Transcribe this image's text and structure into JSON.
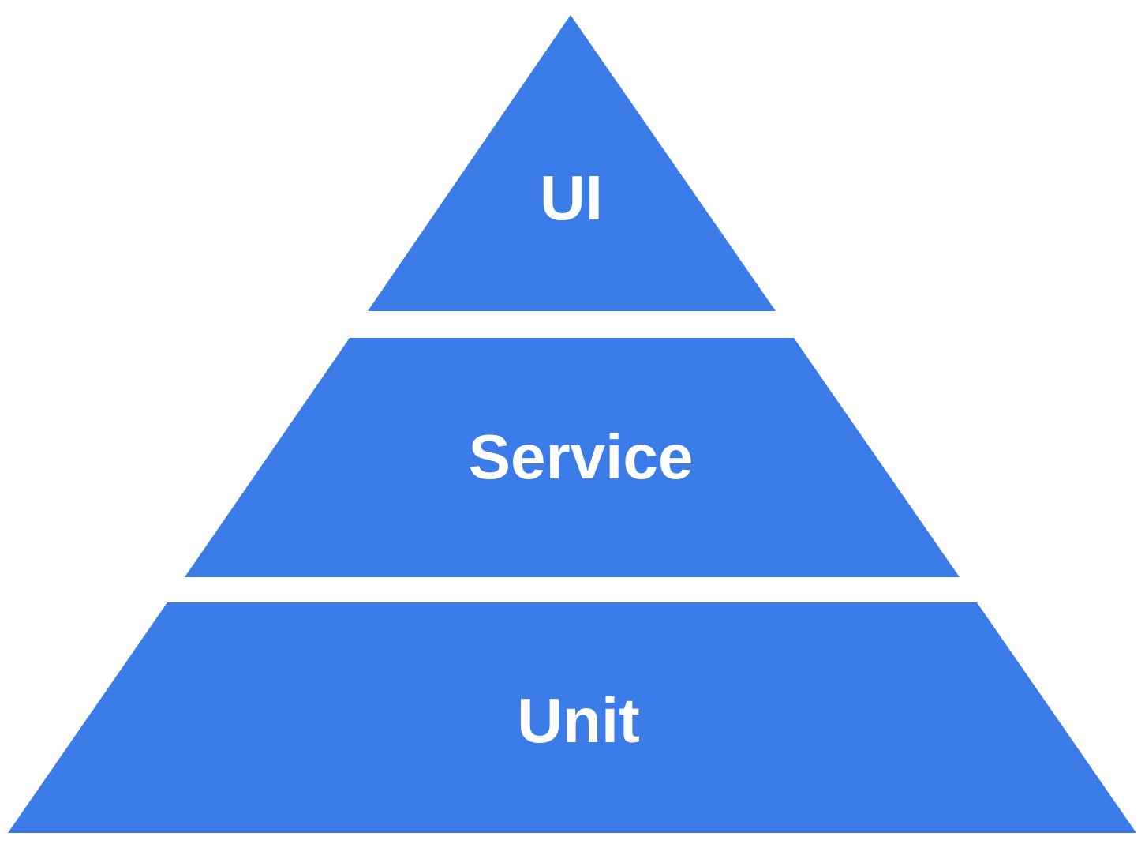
{
  "page": {
    "background_color": "#ffffff",
    "description": "Testing pyramid diagram with three stacked layers"
  },
  "colors": {
    "layer_fill": "#3b7ce8",
    "label_text": "#ffffff"
  },
  "pyramid": {
    "kind": "testing-pyramid",
    "layers": [
      {
        "label": "UI",
        "position": "top"
      },
      {
        "label": "Service",
        "position": "middle"
      },
      {
        "label": "Unit",
        "position": "bottom"
      }
    ]
  }
}
